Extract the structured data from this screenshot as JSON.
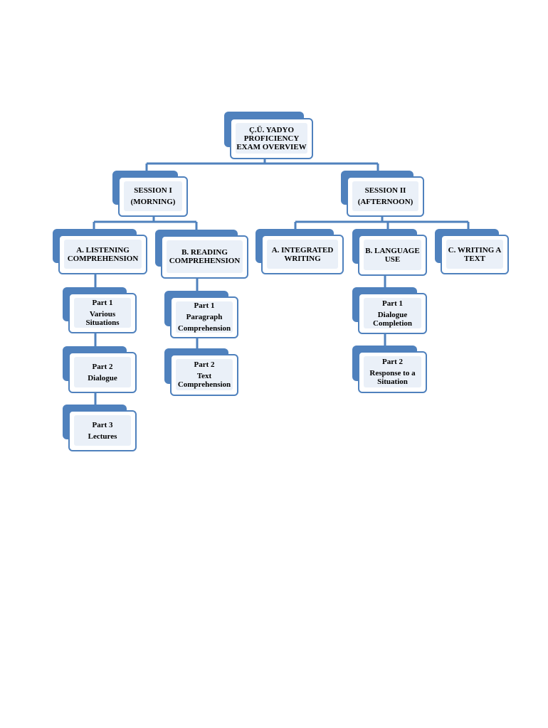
{
  "colors": {
    "accent": "#4f81bd",
    "fill": "#eaf0f8",
    "border": "#4f81bd"
  },
  "chart": {
    "root": {
      "line1": "Ç.Ü. YADYO",
      "line2": "PROFICIENCY",
      "line3": "EXAM OVERVIEW"
    },
    "session1": {
      "line1": "SESSION I",
      "line2": "(MORNING)"
    },
    "session2": {
      "line1": "SESSION II",
      "line2": "(AFTERNOON)"
    },
    "listening": {
      "line1": "A. LISTENING",
      "line2": "COMPREHENSION"
    },
    "reading": {
      "line1": "B. READING",
      "line2": "COMPREHENSION"
    },
    "integrated": {
      "line1": "A. INTEGRATED",
      "line2": "WRITING"
    },
    "language": {
      "line1": "B. LANGUAGE",
      "line2": "USE"
    },
    "writing": {
      "line1": "C. WRITING A",
      "line2": "TEXT"
    },
    "listening_parts": [
      {
        "part": "Part 1",
        "desc1": "Various",
        "desc2": "Situations"
      },
      {
        "part": "Part 2",
        "desc1": "Dialogue",
        "desc2": ""
      },
      {
        "part": "Part 3",
        "desc1": "Lectures",
        "desc2": ""
      }
    ],
    "reading_parts": [
      {
        "part": "Part 1",
        "desc1": "Paragraph",
        "desc2": "Comprehension"
      },
      {
        "part": "Part 2",
        "desc1": "Text",
        "desc2": "Comprehension"
      }
    ],
    "language_parts": [
      {
        "part": "Part 1",
        "desc1": "Dialogue",
        "desc2": "Completion"
      },
      {
        "part": "Part 2",
        "desc1": "Response to a",
        "desc2": "Situation"
      }
    ]
  }
}
